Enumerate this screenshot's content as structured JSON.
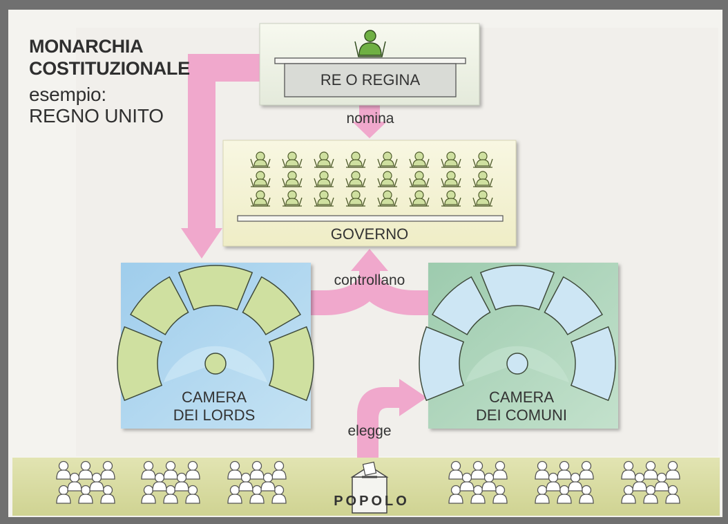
{
  "title": {
    "line1": "MONARCHIA",
    "line2": "COSTITUZIONALE",
    "line3": "esempio:",
    "line4": "REGNO UNITO"
  },
  "monarch": {
    "label": "RE O REGINA"
  },
  "government": {
    "label": "GOVERNO"
  },
  "lords": {
    "line1": "CAMERA",
    "line2": "DEI LORDS"
  },
  "commons": {
    "line1": "CAMERA",
    "line2": "DEI COMUNI"
  },
  "arrows": {
    "appoints": "nomina",
    "control": "controllano",
    "elects": "elegge"
  },
  "people": {
    "label": "POPOLO"
  },
  "colors": {
    "arrow": "#f0a8cc",
    "monarch_panel": "#eef2e4",
    "government_panel": "#f4f2d2",
    "lords_panel": "#a9d2ee",
    "commons_panel": "#a6d2b4",
    "people_band": "#d8dba0",
    "seat_green": "#cfe0a0",
    "seat_blue": "#cde6f4"
  }
}
